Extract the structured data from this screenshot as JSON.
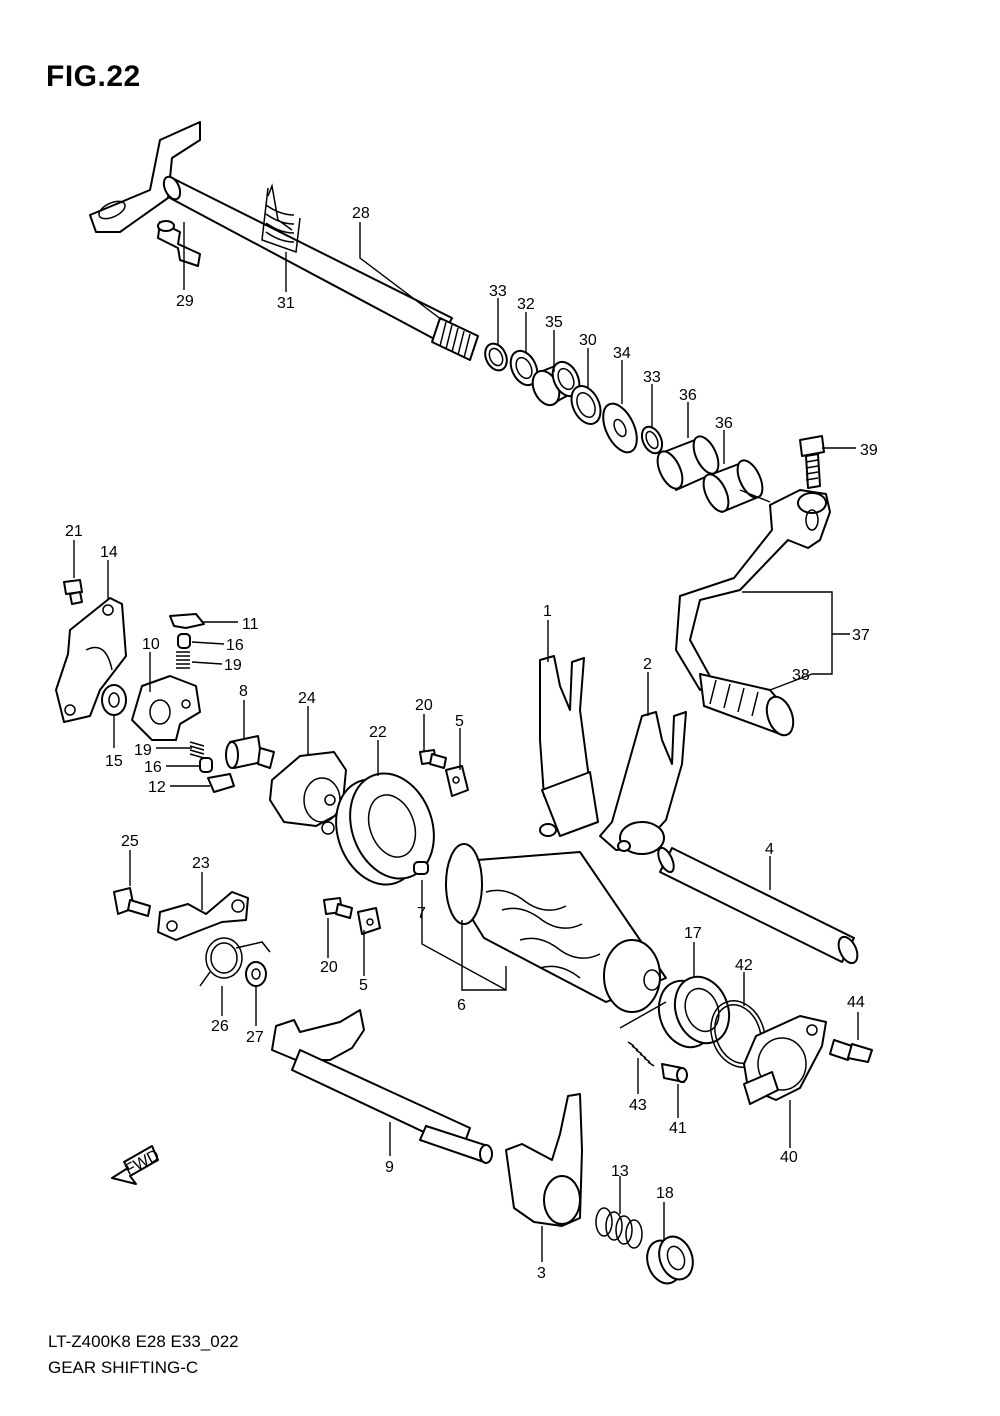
{
  "figure": {
    "title": "FIG.22"
  },
  "footer": {
    "code": "LT-Z400K8 E28 E33_022",
    "name": "GEAR SHIFTING-C"
  },
  "fwd_arrow": {
    "label": "FWD"
  },
  "callouts": [
    {
      "id": "c28",
      "text": "28"
    },
    {
      "id": "c29",
      "text": "29"
    },
    {
      "id": "c31",
      "text": "31"
    },
    {
      "id": "c33a",
      "text": "33"
    },
    {
      "id": "c32",
      "text": "32"
    },
    {
      "id": "c35",
      "text": "35"
    },
    {
      "id": "c30",
      "text": "30"
    },
    {
      "id": "c34",
      "text": "34"
    },
    {
      "id": "c33b",
      "text": "33"
    },
    {
      "id": "c36a",
      "text": "36"
    },
    {
      "id": "c36b",
      "text": "36"
    },
    {
      "id": "c39",
      "text": "39"
    },
    {
      "id": "c21",
      "text": "21"
    },
    {
      "id": "c14",
      "text": "14"
    },
    {
      "id": "c11",
      "text": "11"
    },
    {
      "id": "c16a",
      "text": "16"
    },
    {
      "id": "c19a",
      "text": "19"
    },
    {
      "id": "c10",
      "text": "10"
    },
    {
      "id": "c8",
      "text": "8"
    },
    {
      "id": "c24",
      "text": "24"
    },
    {
      "id": "c20a",
      "text": "20"
    },
    {
      "id": "c5a",
      "text": "5"
    },
    {
      "id": "c22",
      "text": "22"
    },
    {
      "id": "c15",
      "text": "15"
    },
    {
      "id": "c19b",
      "text": "19"
    },
    {
      "id": "c16b",
      "text": "16"
    },
    {
      "id": "c12",
      "text": "12"
    },
    {
      "id": "c1",
      "text": "1"
    },
    {
      "id": "c2",
      "text": "2"
    },
    {
      "id": "c37",
      "text": "37"
    },
    {
      "id": "c38",
      "text": "38"
    },
    {
      "id": "c4",
      "text": "4"
    },
    {
      "id": "c25",
      "text": "25"
    },
    {
      "id": "c23",
      "text": "23"
    },
    {
      "id": "c7",
      "text": "7"
    },
    {
      "id": "c20b",
      "text": "20"
    },
    {
      "id": "c5b",
      "text": "5"
    },
    {
      "id": "c6",
      "text": "6"
    },
    {
      "id": "c17",
      "text": "17"
    },
    {
      "id": "c42",
      "text": "42"
    },
    {
      "id": "c44",
      "text": "44"
    },
    {
      "id": "c26",
      "text": "26"
    },
    {
      "id": "c27",
      "text": "27"
    },
    {
      "id": "c43",
      "text": "43"
    },
    {
      "id": "c41",
      "text": "41"
    },
    {
      "id": "c40",
      "text": "40"
    },
    {
      "id": "c9",
      "text": "9"
    },
    {
      "id": "c13",
      "text": "13"
    },
    {
      "id": "c18",
      "text": "18"
    },
    {
      "id": "c3",
      "text": "3"
    }
  ]
}
